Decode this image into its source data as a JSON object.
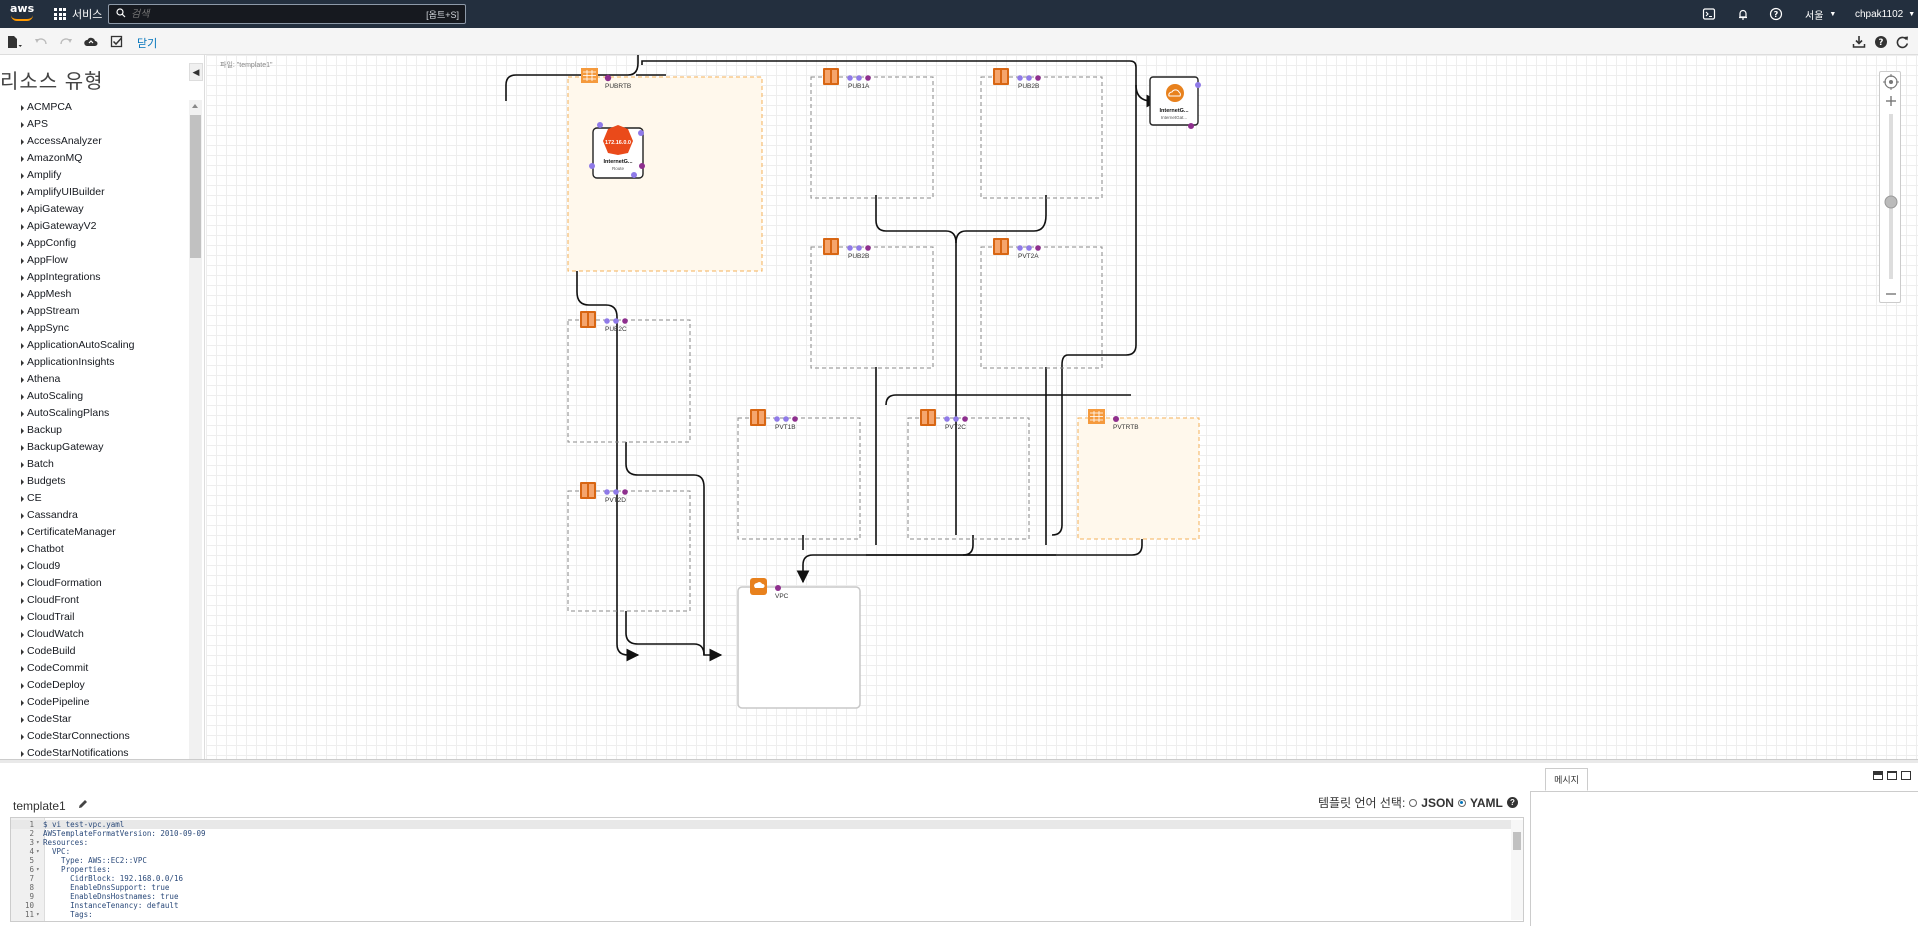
{
  "nav": {
    "logo": "aws",
    "services": "서비스",
    "search_placeholder": "검색",
    "search_shortcut": "[옵트+S]",
    "region": "서울",
    "user": "chpak1102"
  },
  "toolbar": {
    "close_label": "닫기"
  },
  "left_panel": {
    "title": "리소스 유형",
    "items": [
      "ACMPCA",
      "APS",
      "AccessAnalyzer",
      "AmazonMQ",
      "Amplify",
      "AmplifyUIBuilder",
      "ApiGateway",
      "ApiGatewayV2",
      "AppConfig",
      "AppFlow",
      "AppIntegrations",
      "AppMesh",
      "AppStream",
      "AppSync",
      "ApplicationAutoScaling",
      "ApplicationInsights",
      "Athena",
      "AutoScaling",
      "AutoScalingPlans",
      "Backup",
      "BackupGateway",
      "Batch",
      "Budgets",
      "CE",
      "Cassandra",
      "CertificateManager",
      "Chatbot",
      "Cloud9",
      "CloudFormation",
      "CloudFront",
      "CloudTrail",
      "CloudWatch",
      "CodeBuild",
      "CodeCommit",
      "CodeDeploy",
      "CodePipeline",
      "CodeStar",
      "CodeStarConnections",
      "CodeStarNotifications"
    ]
  },
  "canvas": {
    "label": "파일: \"template1\"",
    "nodes": {
      "pubrtb": "PUBRTB",
      "igw_badge": "172.16.0.0",
      "igw_title": "InternetG...",
      "igw_sub": "Route",
      "pub1a": "PUB1A",
      "pub2b": "PUB2B",
      "igw_right_title": "InternetG...",
      "igw_right_sub": "InternetGat...",
      "pub2b_2": "PUB2B",
      "pvt2a": "PVT2A",
      "pub2c": "PUB2C",
      "pvt1b": "PVT1B",
      "pvt2c": "PVT2C",
      "pvtrtb": "PVTRTB",
      "pvt2d": "PVT2D",
      "vpc": "VPC"
    }
  },
  "bottom": {
    "template_name": "template1",
    "lang_label": "템플릿 언어 선택:",
    "json_label": "JSON",
    "yaml_label": "YAML",
    "message_tab": "메시지",
    "code": [
      {
        "n": "1",
        "fold": "",
        "text": "$ vi test-vpc.yaml"
      },
      {
        "n": "2",
        "fold": "",
        "text": "AWSTemplateFormatVersion: 2010-09-09"
      },
      {
        "n": "3",
        "fold": "▾",
        "text": "Resources:"
      },
      {
        "n": "4",
        "fold": "▾",
        "text": "  VPC:"
      },
      {
        "n": "5",
        "fold": "",
        "text": "    Type: AWS::EC2::VPC"
      },
      {
        "n": "6",
        "fold": "▾",
        "text": "    Properties:"
      },
      {
        "n": "7",
        "fold": "",
        "text": "      CidrBlock: 192.168.0.0/16"
      },
      {
        "n": "8",
        "fold": "",
        "text": "      EnableDnsSupport: true"
      },
      {
        "n": "9",
        "fold": "",
        "text": "      EnableDnsHostnames: true"
      },
      {
        "n": "10",
        "fold": "",
        "text": "      InstanceTenancy: default"
      },
      {
        "n": "11",
        "fold": "▾",
        "text": "      Tags:"
      }
    ]
  },
  "colors": {
    "nav_bg": "#232f3e",
    "aws_orange": "#ff9900",
    "link_blue": "#0073bb",
    "ec2_orange": "#e8811d",
    "port_purple": "#8e2f8e",
    "port_lilac": "#8f7ae8"
  }
}
